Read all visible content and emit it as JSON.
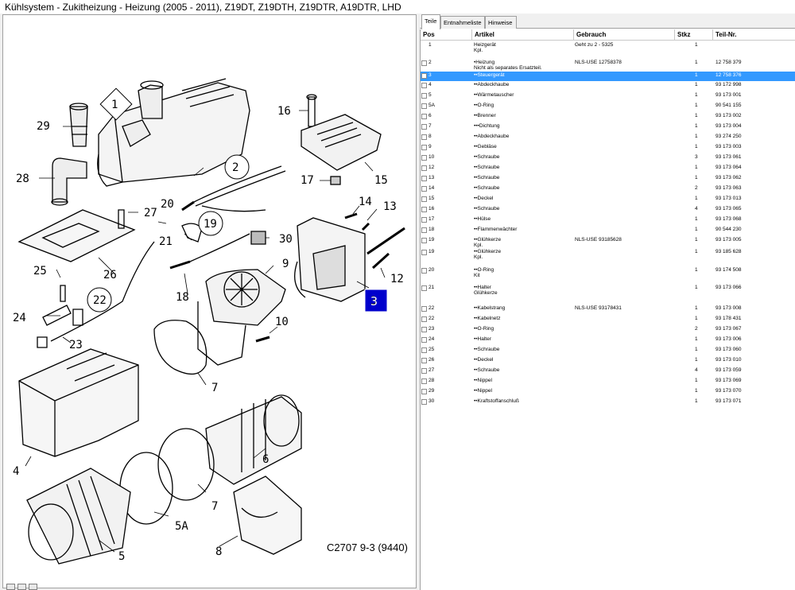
{
  "window": {
    "title": "Kühlsystem - Zukitheizung - Heizung   (2005 - 2011), Z19DT, Z19DTH, Z19DTR, A19DTR, LHD"
  },
  "diagram": {
    "code": "C2707 9-3 (9440)",
    "labels": [
      "1",
      "29",
      "28",
      "27",
      "2",
      "20",
      "19",
      "16",
      "17",
      "15",
      "14",
      "13",
      "30",
      "21",
      "25",
      "26",
      "22",
      "9",
      "18",
      "12",
      "24",
      "23",
      "10",
      "3",
      "7",
      "4",
      "6",
      "5A",
      "7",
      "8",
      "5"
    ],
    "highlighted_label": "3",
    "highlight_color": "#0000cc"
  },
  "tabs": [
    {
      "label": "Teile",
      "active": true
    },
    {
      "label": "Entnahmeliste",
      "active": false
    },
    {
      "label": "Hinweise",
      "active": false
    }
  ],
  "table": {
    "headers": [
      "Pos",
      "Artikel",
      "Gebrauch",
      "Stkz",
      "Teil-Nr."
    ],
    "selected_color": "#3399ff",
    "rows": [
      {
        "pos": "1",
        "artikel": "Heizgerät",
        "artikel2": "Kpl.",
        "gebrauch": "Geht zu 2 - 5325",
        "stkz": "1",
        "teil": "",
        "selected": false,
        "checkbox": false
      },
      {
        "pos": "2",
        "artikel": "•Heizung",
        "artikel2": "Nicht als separates Ersatzteil.",
        "gebrauch": "NLS-USE 12758378",
        "stkz": "1",
        "teil": "12 758 379",
        "selected": false,
        "checkbox": true
      },
      {
        "pos": "3",
        "artikel": "••Steuergerät",
        "artikel2": "",
        "gebrauch": "",
        "stkz": "1",
        "teil": "12 758 376",
        "selected": true,
        "checkbox": true
      },
      {
        "pos": "4",
        "artikel": "••Abdeckhaube",
        "artikel2": "",
        "gebrauch": "",
        "stkz": "1",
        "teil": "93 172 998",
        "selected": false,
        "checkbox": true
      },
      {
        "pos": "5",
        "artikel": "••Wärmetauscher",
        "artikel2": "",
        "gebrauch": "",
        "stkz": "1",
        "teil": "93 173 001",
        "selected": false,
        "checkbox": true
      },
      {
        "pos": "5A",
        "artikel": "••O-Ring",
        "artikel2": "",
        "gebrauch": "",
        "stkz": "1",
        "teil": "90 541 155",
        "selected": false,
        "checkbox": true
      },
      {
        "pos": "6",
        "artikel": "••Brenner",
        "artikel2": "",
        "gebrauch": "",
        "stkz": "1",
        "teil": "93 173 002",
        "selected": false,
        "checkbox": true
      },
      {
        "pos": "7",
        "artikel": "•••Dichtung",
        "artikel2": "",
        "gebrauch": "",
        "stkz": "1",
        "teil": "93 173 004",
        "selected": false,
        "checkbox": true
      },
      {
        "pos": "8",
        "artikel": "••Abdeckhaube",
        "artikel2": "",
        "gebrauch": "",
        "stkz": "1",
        "teil": "93 274 250",
        "selected": false,
        "checkbox": true
      },
      {
        "pos": "9",
        "artikel": "••Gebläse",
        "artikel2": "",
        "gebrauch": "",
        "stkz": "1",
        "teil": "93 173 003",
        "selected": false,
        "checkbox": true
      },
      {
        "pos": "10",
        "artikel": "••Schraube",
        "artikel2": "",
        "gebrauch": "",
        "stkz": "3",
        "teil": "93 173 061",
        "selected": false,
        "checkbox": true
      },
      {
        "pos": "12",
        "artikel": "••Schraube",
        "artikel2": "",
        "gebrauch": "",
        "stkz": "1",
        "teil": "93 173 064",
        "selected": false,
        "checkbox": true
      },
      {
        "pos": "13",
        "artikel": "••Schraube",
        "artikel2": "",
        "gebrauch": "",
        "stkz": "1",
        "teil": "93 173 062",
        "selected": false,
        "checkbox": true
      },
      {
        "pos": "14",
        "artikel": "••Schraube",
        "artikel2": "",
        "gebrauch": "",
        "stkz": "2",
        "teil": "93 173 063",
        "selected": false,
        "checkbox": true
      },
      {
        "pos": "15",
        "artikel": "••Deckel",
        "artikel2": "",
        "gebrauch": "",
        "stkz": "1",
        "teil": "93 173 013",
        "selected": false,
        "checkbox": true
      },
      {
        "pos": "16",
        "artikel": "••Schraube",
        "artikel2": "",
        "gebrauch": "",
        "stkz": "4",
        "teil": "93 173 065",
        "selected": false,
        "checkbox": true
      },
      {
        "pos": "17",
        "artikel": "••Hülse",
        "artikel2": "",
        "gebrauch": "",
        "stkz": "1",
        "teil": "93 173 068",
        "selected": false,
        "checkbox": true
      },
      {
        "pos": "18",
        "artikel": "••Flammenwächter",
        "artikel2": "",
        "gebrauch": "",
        "stkz": "1",
        "teil": "90 544 230",
        "selected": false,
        "checkbox": true
      },
      {
        "pos": "19",
        "artikel": "••Glühkerze",
        "artikel2": "Kpl.",
        "gebrauch": "NLS-USE 93185628",
        "stkz": "1",
        "teil": "93 173 005",
        "selected": false,
        "checkbox": true
      },
      {
        "pos": "19",
        "artikel": "••Glühkerze",
        "artikel2": "Kpl.",
        "gebrauch": "",
        "stkz": "1",
        "teil": "93 185 628",
        "selected": false,
        "checkbox": true
      },
      {
        "pos": "20",
        "artikel": "••O-Ring",
        "artikel2": "Kit",
        "gebrauch": "",
        "stkz": "1",
        "teil": "93 174 508",
        "selected": false,
        "checkbox": true
      },
      {
        "pos": "21",
        "artikel": "••Halter",
        "artikel2": "Glühkerze",
        "gebrauch": "",
        "stkz": "1",
        "teil": "93 173 066",
        "selected": false,
        "checkbox": true
      },
      {
        "pos": "22",
        "artikel": "••Kabelstrang",
        "artikel2": "",
        "gebrauch": "NLS-USE 93178431",
        "stkz": "1",
        "teil": "93 173 008",
        "selected": false,
        "checkbox": true
      },
      {
        "pos": "22",
        "artikel": "••Kabelnetz",
        "artikel2": "",
        "gebrauch": "",
        "stkz": "1",
        "teil": "93 178 431",
        "selected": false,
        "checkbox": true
      },
      {
        "pos": "23",
        "artikel": "••O-Ring",
        "artikel2": "",
        "gebrauch": "",
        "stkz": "2",
        "teil": "93 173 067",
        "selected": false,
        "checkbox": true
      },
      {
        "pos": "24",
        "artikel": "••Halter",
        "artikel2": "",
        "gebrauch": "",
        "stkz": "1",
        "teil": "93 173 006",
        "selected": false,
        "checkbox": true
      },
      {
        "pos": "25",
        "artikel": "••Schraube",
        "artikel2": "",
        "gebrauch": "",
        "stkz": "1",
        "teil": "93 173 060",
        "selected": false,
        "checkbox": true
      },
      {
        "pos": "26",
        "artikel": "••Deckel",
        "artikel2": "",
        "gebrauch": "",
        "stkz": "1",
        "teil": "93 173 010",
        "selected": false,
        "checkbox": true
      },
      {
        "pos": "27",
        "artikel": "••Schraube",
        "artikel2": "",
        "gebrauch": "",
        "stkz": "4",
        "teil": "93 173 059",
        "selected": false,
        "checkbox": true
      },
      {
        "pos": "28",
        "artikel": "••Nippel",
        "artikel2": "",
        "gebrauch": "",
        "stkz": "1",
        "teil": "93 173 069",
        "selected": false,
        "checkbox": true
      },
      {
        "pos": "29",
        "artikel": "••Nippel",
        "artikel2": "",
        "gebrauch": "",
        "stkz": "1",
        "teil": "93 173 070",
        "selected": false,
        "checkbox": true
      },
      {
        "pos": "30",
        "artikel": "••Kraftstoffanschluß",
        "artikel2": "",
        "gebrauch": "",
        "stkz": "1",
        "teil": "93 173 071",
        "selected": false,
        "checkbox": true
      }
    ]
  }
}
